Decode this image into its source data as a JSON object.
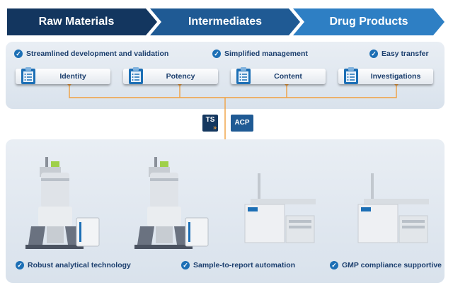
{
  "header": {
    "stages": [
      {
        "label": "Raw Materials",
        "color": "#13365f"
      },
      {
        "label": "Intermediates",
        "color": "#1f5a94"
      },
      {
        "label": "Drug Products",
        "color": "#2e7fc4"
      }
    ]
  },
  "top_panel": {
    "features": [
      {
        "label": "Streamlined development and validation",
        "icon": "check-circle-icon"
      },
      {
        "label": "Simplified management",
        "icon": "check-circle-icon"
      },
      {
        "label": "Easy transfer",
        "icon": "check-circle-icon"
      }
    ],
    "chips": [
      {
        "label": "Identity",
        "icon": "clipboard-icon"
      },
      {
        "label": "Potency",
        "icon": "clipboard-icon"
      },
      {
        "label": "Content",
        "icon": "clipboard-icon"
      },
      {
        "label": "Investigations",
        "icon": "clipboard-icon"
      }
    ]
  },
  "software": {
    "ts_label": "TS",
    "ts_icon": "double-arrow-icon",
    "acp_label": "ACP"
  },
  "bottom_panel": {
    "instruments": [
      {
        "name": "nmr-spectrometer",
        "icon": "nmr-magnet-icon"
      },
      {
        "name": "nmr-spectrometer",
        "icon": "nmr-magnet-icon"
      },
      {
        "name": "gc-system",
        "icon": "gc-instrument-icon"
      },
      {
        "name": "gc-system",
        "icon": "gc-instrument-icon"
      }
    ],
    "features": [
      {
        "label": "Robust analytical technology",
        "icon": "check-circle-icon"
      },
      {
        "label": "Sample-to-report automation",
        "icon": "check-circle-icon"
      },
      {
        "label": "GMP compliance supportive",
        "icon": "check-circle-icon"
      }
    ]
  },
  "colors": {
    "connector": "#f0a040",
    "accent": "#1c6fb5",
    "text": "#1c3f6e"
  }
}
